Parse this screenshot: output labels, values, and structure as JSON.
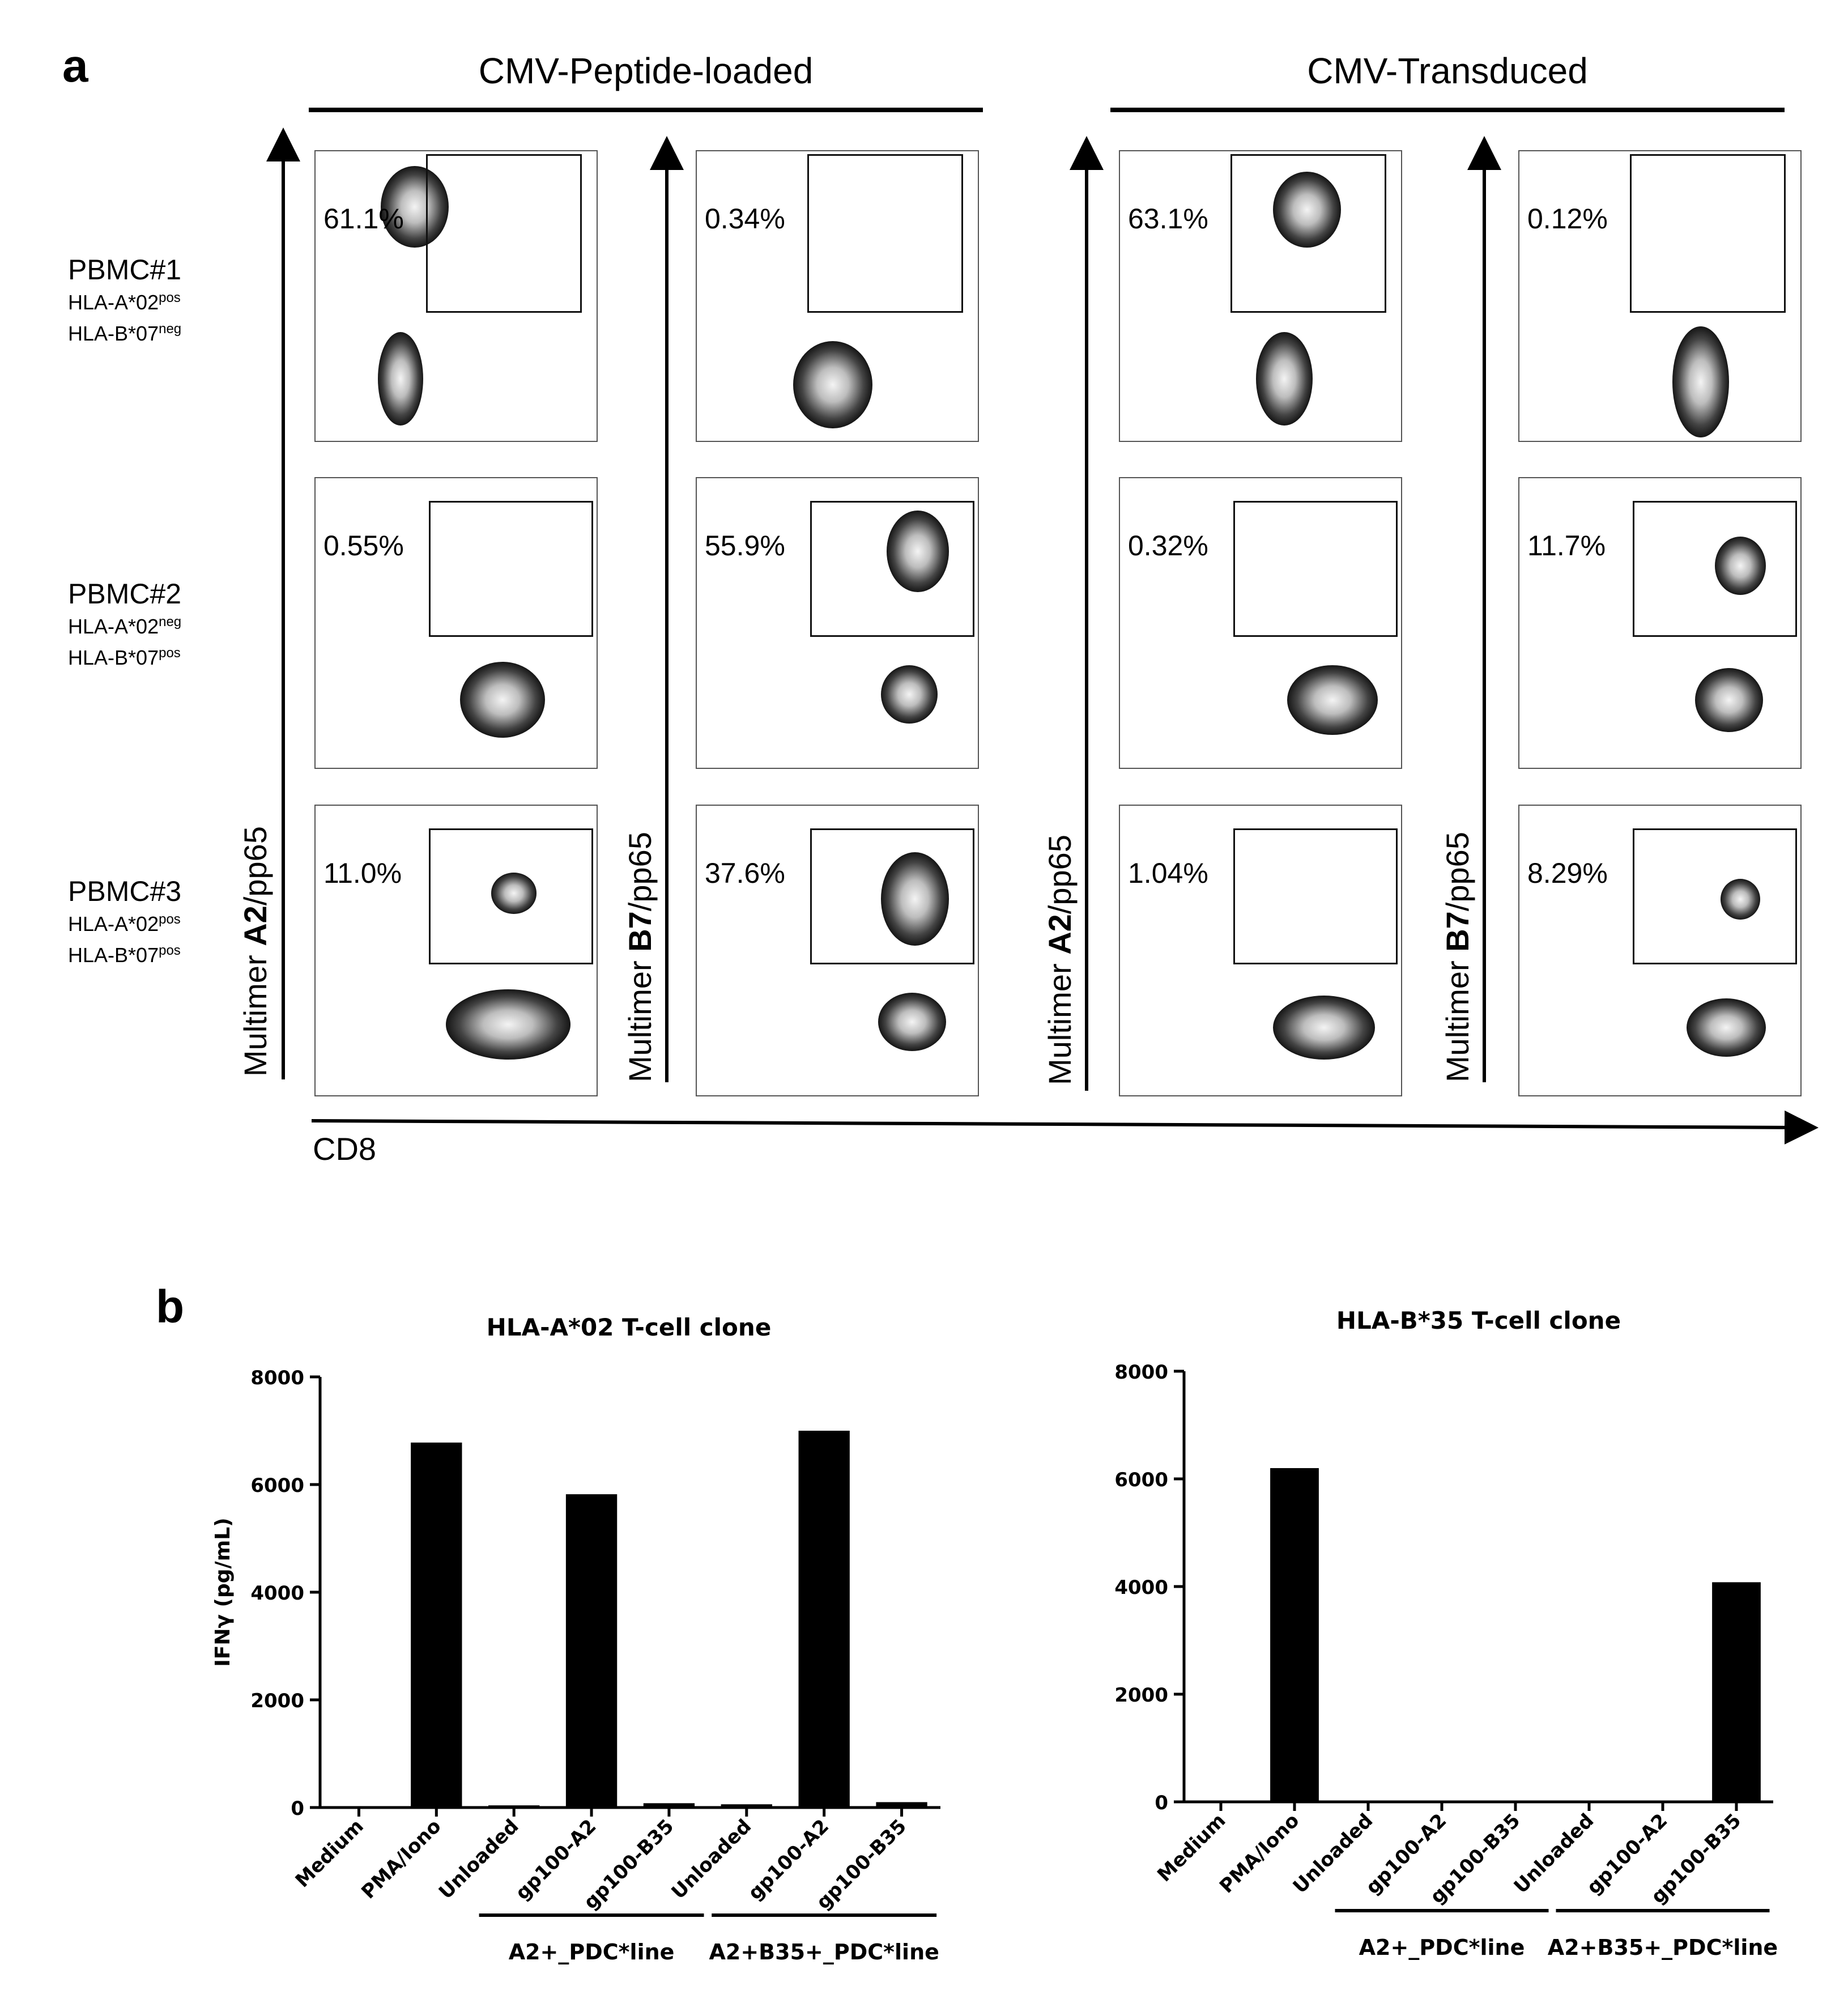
{
  "panel_a": {
    "letter": "a",
    "groups": [
      {
        "title": "CMV-Peptide-loaded"
      },
      {
        "title": "CMV-Transduced"
      }
    ],
    "rows": [
      {
        "label": "PBMC#1",
        "a02": "HLA-A*02",
        "a02_sup": "pos",
        "b07": "HLA-B*07",
        "b07_sup": "neg"
      },
      {
        "label": "PBMC#2",
        "a02": "HLA-A*02",
        "a02_sup": "neg",
        "b07": "HLA-B*07",
        "b07_sup": "pos"
      },
      {
        "label": "PBMC#3",
        "a02": "HLA-A*02",
        "a02_sup": "pos",
        "b07": "HLA-B*07",
        "b07_sup": "pos"
      }
    ],
    "percentages": [
      [
        "61.1%",
        "0.34%",
        "63.1%",
        "0.12%"
      ],
      [
        "0.55%",
        "55.9%",
        "0.32%",
        "11.7%"
      ],
      [
        "11.0%",
        "37.6%",
        "1.04%",
        "8.29%"
      ]
    ],
    "y_axes": [
      {
        "prefix": "Multimer ",
        "bold": "A2",
        "suffix": "/pp65"
      },
      {
        "prefix": "Multimer ",
        "bold": "B7",
        "suffix": "/pp65"
      },
      {
        "prefix": "Multimer ",
        "bold": "A2",
        "suffix": "/pp65"
      },
      {
        "prefix": "Multimer ",
        "bold": "B7",
        "suffix": "/pp65"
      }
    ],
    "x_axis": "CD8"
  },
  "panel_b": {
    "letter": "b"
  },
  "chart_data": [
    {
      "type": "bar",
      "title": "HLA-A*02 T-cell clone",
      "ylabel": "IFNγ (pg/mL)",
      "xlabel": "",
      "ylim": [
        0,
        8000
      ],
      "yticks": [
        "0",
        "2000",
        "4000",
        "6000",
        "8000"
      ],
      "categories": [
        "Medium",
        "PMA/Iono",
        "Unloaded",
        "gp100-A2",
        "gp100-B35",
        "Unloaded",
        "gp100-A2",
        "gp100-B35"
      ],
      "values": [
        0,
        6780,
        40,
        5820,
        80,
        60,
        7000,
        100
      ],
      "groups": [
        {
          "label": "A2+_PDC*line",
          "from": 2,
          "to": 4
        },
        {
          "label": "A2+B35+_PDC*line",
          "from": 5,
          "to": 7
        }
      ],
      "grid": false,
      "bar_color": "#000000"
    },
    {
      "type": "bar",
      "title": "HLA-B*35 T-cell clone",
      "ylabel": "",
      "xlabel": "",
      "ylim": [
        0,
        8000
      ],
      "yticks": [
        "0",
        "2000",
        "4000",
        "6000",
        "8000"
      ],
      "categories": [
        "Medium",
        "PMA/Iono",
        "Unloaded",
        "gp100-A2",
        "gp100-B35",
        "Unloaded",
        "gp100-A2",
        "gp100-B35"
      ],
      "values": [
        0,
        6200,
        0,
        0,
        0,
        0,
        0,
        4080
      ],
      "groups": [
        {
          "label": "A2+_PDC*line",
          "from": 2,
          "to": 4
        },
        {
          "label": "A2+B35+_PDC*line",
          "from": 5,
          "to": 7
        }
      ],
      "grid": false,
      "bar_color": "#000000"
    }
  ]
}
